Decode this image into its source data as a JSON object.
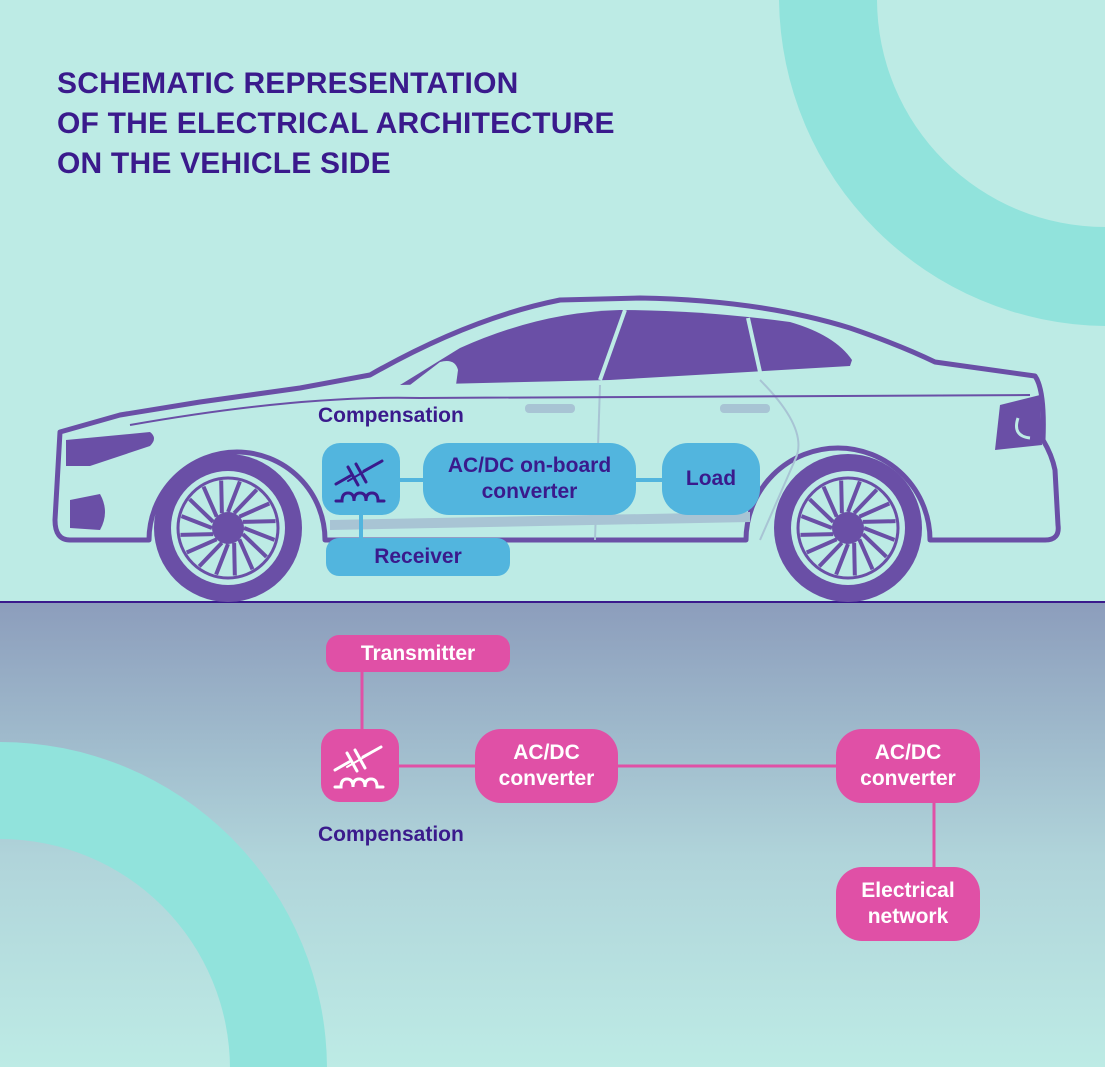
{
  "title": {
    "line1": "SCHEMATIC REPRESENTATION",
    "line2": "OF THE ELECTRICAL ARCHITECTURE",
    "line3": "ON THE VEHICLE SIDE"
  },
  "vehicle_side": {
    "compensation_label": "Compensation",
    "converter_line1": "AC/DC on-board",
    "converter_line2": "converter",
    "load_label": "Load",
    "receiver_label": "Receiver"
  },
  "ground_side": {
    "transmitter_label": "Transmitter",
    "compensation_label": "Compensation",
    "converter1_line1": "AC/DC",
    "converter1_line2": "converter",
    "converter2_line1": "AC/DC",
    "converter2_line2": "converter",
    "network_line1": "Electrical",
    "network_line2": "network"
  },
  "colors": {
    "background": "#bdebe5",
    "accent_teal": "#91e3dc",
    "title_purple": "#3a1a8c",
    "car_purple": "#6a4fa6",
    "vehicle_block_blue": "#52b5de",
    "ground_block_pink": "#e050a6",
    "ground_gradient_top": "#8c9dbc"
  },
  "icons": {
    "vehicle_compensation": "capacitor-inductor-icon",
    "ground_compensation": "capacitor-inductor-icon"
  }
}
